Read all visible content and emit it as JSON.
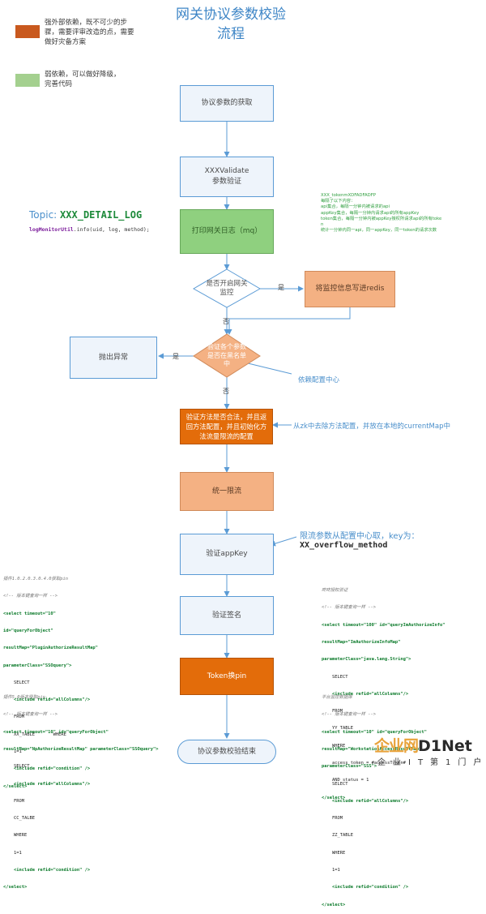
{
  "title": {
    "line1": "网关协议参数校验",
    "line2": "流程"
  },
  "legend": [
    {
      "color": "#c9591e",
      "text": [
        "强外部依赖，既不可少的步",
        "骤，需要评审改造的点，需要",
        "做好灾备方案"
      ]
    },
    {
      "color": "#a4d08f",
      "text": [
        "弱依赖，可以做好降级，",
        "完善代码"
      ]
    }
  ],
  "nodes": {
    "n1": "协议参数的获取",
    "n2a": "XXXValidate",
    "n2b": "参数验证",
    "n3": "打印网关日志（mq）",
    "d1a": "是否开启网关",
    "d1b": "监控",
    "redis": "将监控信息写进redis",
    "d2a": "验证各个参数",
    "d2b": "是否在黑名单",
    "d2c": "中",
    "ex": "抛出异常",
    "n4a": "验证方法是否合法，并且返",
    "n4b": "回方法配置，并且初始化方",
    "n4c": "法流量限流的配置",
    "n5": "统一限流",
    "n6": "验证appKey",
    "n7": "验证签名",
    "n8": "Token换pin",
    "end": "协议参数校验结束"
  },
  "edge_labels": {
    "yes1": "是",
    "no1": "否",
    "yes2": "是",
    "no2": "否"
  },
  "annotations": {
    "topic_label": "Topic: ",
    "topic_value": "XXX_DETAIL_LOG",
    "log_obj": "logMonitorUtil",
    "log_call": ".info(uid, log, method);",
    "config_center": "依赖配置中心",
    "zk_note": "从zk中去除方法配置，并放在本地的currentMap中",
    "limit_note": "限流参数从配置中心取，key为：",
    "limit_key": "XX_overflow_method",
    "green_note": [
      "XXX_tokenmXDFADFADFP",
      "每隔了以下内容：",
      "api集合，每隔一分钟内被请求的api",
      "appKey集合，每隔一分钟内请求api的所有appKey",
      "token集合，每隔一分钟内被appKey授权所请求api的所有toke",
      "n",
      "统计一分钟内同一api，同一appKey，同一token的请求次数"
    ]
  },
  "code": {
    "left1": [
      {
        "t": "c",
        "s": "插件1.0.2.0.3.0.4.0获取pin"
      },
      {
        "t": "c",
        "s": "<!-- 版本键查询一样 -->"
      },
      {
        "t": "g",
        "s": "<select timeout=\"10\""
      },
      {
        "t": "g",
        "s": "id=\"queryForObject\""
      },
      {
        "t": "g",
        "s": "resultMap=\"PluginAuthorizeResultMap\""
      },
      {
        "t": "g",
        "s": "parameterClass=\"SSOquery\">"
      },
      {
        "t": "n",
        "s": "    SELECT"
      },
      {
        "t": "g",
        "s": "    <include refid=\"allColumns\"/>"
      },
      {
        "t": "n",
        "s": "    FROM"
      },
      {
        "t": "n",
        "s": "    XX_TABLE       WHERE"
      },
      {
        "t": "n",
        "s": "    1=1"
      },
      {
        "t": "g",
        "s": "    <include refid=\"condition\" />"
      },
      {
        "t": "g",
        "s": "</select>"
      }
    ],
    "left2": [
      {
        "t": "c",
        "s": "插件5.0版本获取pin"
      },
      {
        "t": "c",
        "s": "<!-- 版本键查询一样 -->"
      },
      {
        "t": "g",
        "s": "<select timeout=\"10\" id=\"queryForObject\""
      },
      {
        "t": "g",
        "s": "resultMap=\"NpAuthorizeResultMap\" parameterClass=\"SSOquery\">"
      },
      {
        "t": "n",
        "s": "    SELECT"
      },
      {
        "t": "g",
        "s": "    <include refid=\"allColumns\"/>"
      },
      {
        "t": "n",
        "s": "    FROM"
      },
      {
        "t": "n",
        "s": "    CC_TALBE"
      },
      {
        "t": "n",
        "s": "    WHERE"
      },
      {
        "t": "n",
        "s": "    1=1"
      },
      {
        "t": "g",
        "s": "    <include refid=\"condition\" />"
      },
      {
        "t": "g",
        "s": "</select>"
      }
    ],
    "right1": [
      {
        "t": "c",
        "s": "咚咚授权验证"
      },
      {
        "t": "c",
        "s": "<!-- 版本键查询一样 -->"
      },
      {
        "t": "g",
        "s": "<select timeout=\"100\" id=\"queryImAuthorizeInfo\""
      },
      {
        "t": "g",
        "s": "resultMap=\"ImAuthorizeInfoMap\""
      },
      {
        "t": "g",
        "s": "parameterClass=\"java.lang.String\">"
      },
      {
        "t": "n",
        "s": "    SELECT"
      },
      {
        "t": "g",
        "s": "    <include refid=\"allColumns\"/>"
      },
      {
        "t": "n",
        "s": "    FROM"
      },
      {
        "t": "n",
        "s": "    YY_TABLE"
      },
      {
        "t": "n",
        "s": "    WHERE"
      },
      {
        "t": "n",
        "s": "    access_token = #accessToken#"
      },
      {
        "t": "n",
        "s": "    AND status = 1"
      },
      {
        "t": "g",
        "s": "</select>"
      }
    ],
    "right2": [
      {
        "t": "c",
        "s": "平台监控数据库"
      },
      {
        "t": "c",
        "s": "<!-- 版本键查询一样 -->"
      },
      {
        "t": "g",
        "s": "<select timeout=\"10\" id=\"queryForObject\""
      },
      {
        "t": "g",
        "s": "resultMap=\"WorkstationAccessResultMap\""
      },
      {
        "t": "g",
        "s": "parameterClass=\"SSS\">"
      },
      {
        "t": "n",
        "s": "    SELECT"
      },
      {
        "t": "g",
        "s": "    <include refid=\"allColumns\"/>"
      },
      {
        "t": "n",
        "s": "    FROM"
      },
      {
        "t": "n",
        "s": "    ZZ_TABLE"
      },
      {
        "t": "n",
        "s": "    WHERE"
      },
      {
        "t": "n",
        "s": "    1=1"
      },
      {
        "t": "g",
        "s": "    <include refid=\"condition\" />"
      },
      {
        "t": "g",
        "s": "</select>"
      }
    ]
  },
  "watermark": {
    "a": "企业网",
    "b": "D1Net",
    "c": "企业IT第1门户"
  }
}
